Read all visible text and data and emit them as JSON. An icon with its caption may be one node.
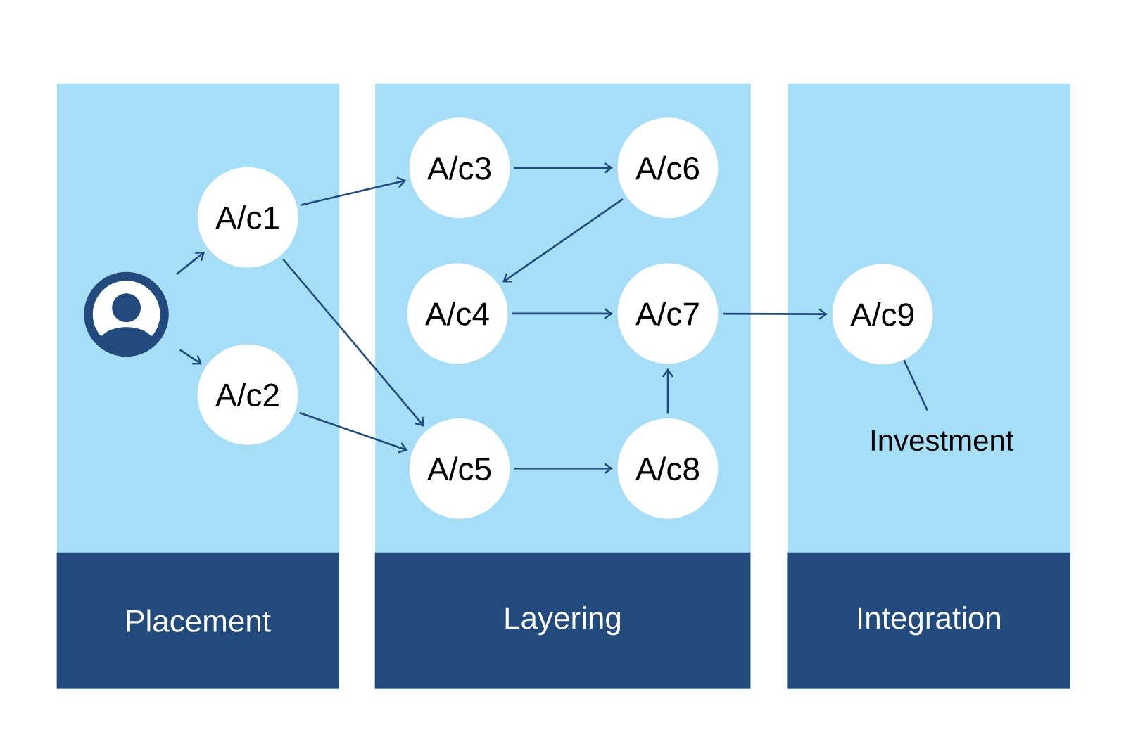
{
  "diagram": {
    "nodes": [
      {
        "text": [
          "Placement"
        ]
      },
      {
        "text": [],
        "shape": "person",
        "in": 0
      },
      {
        "text": [
          "A/c1"
        ],
        "in": 0
      },
      {
        "text": [
          "A/c2"
        ],
        "in": 0
      },
      {
        "text": [
          "Layering"
        ]
      },
      {
        "text": [
          "A/c3"
        ],
        "in": 4
      },
      {
        "text": [
          "A/c6"
        ],
        "in": 4
      },
      {
        "text": [
          "A/c4"
        ],
        "in": 4
      },
      {
        "text": [
          "A/c7"
        ],
        "in": 4
      },
      {
        "text": [
          "A/c5"
        ],
        "in": 4
      },
      {
        "text": [
          "A/c8"
        ],
        "in": 4
      },
      {
        "text": [
          "Integration"
        ]
      },
      {
        "text": [
          "A/c9"
        ],
        "in": 11
      },
      {
        "text": [
          "Investment"
        ],
        "in": 11
      }
    ],
    "edges": [
      {
        "from": 1,
        "to": 2,
        "arrow": "to"
      },
      {
        "from": 1,
        "to": 3,
        "arrow": "to"
      },
      {
        "from": 2,
        "to": 5,
        "arrow": "to"
      },
      {
        "from": 2,
        "to": 9,
        "arrow": "to"
      },
      {
        "from": 3,
        "to": 9,
        "arrow": "to"
      },
      {
        "from": 5,
        "to": 6,
        "arrow": "to"
      },
      {
        "from": 6,
        "to": 7,
        "arrow": "to"
      },
      {
        "from": 7,
        "to": 8,
        "arrow": "to"
      },
      {
        "from": 9,
        "to": 10,
        "arrow": "to"
      },
      {
        "from": 10,
        "to": 8,
        "arrow": "to"
      },
      {
        "from": 8,
        "to": 12,
        "arrow": "to"
      },
      {
        "from": 13,
        "to": 12,
        "arrow": "none"
      }
    ]
  }
}
